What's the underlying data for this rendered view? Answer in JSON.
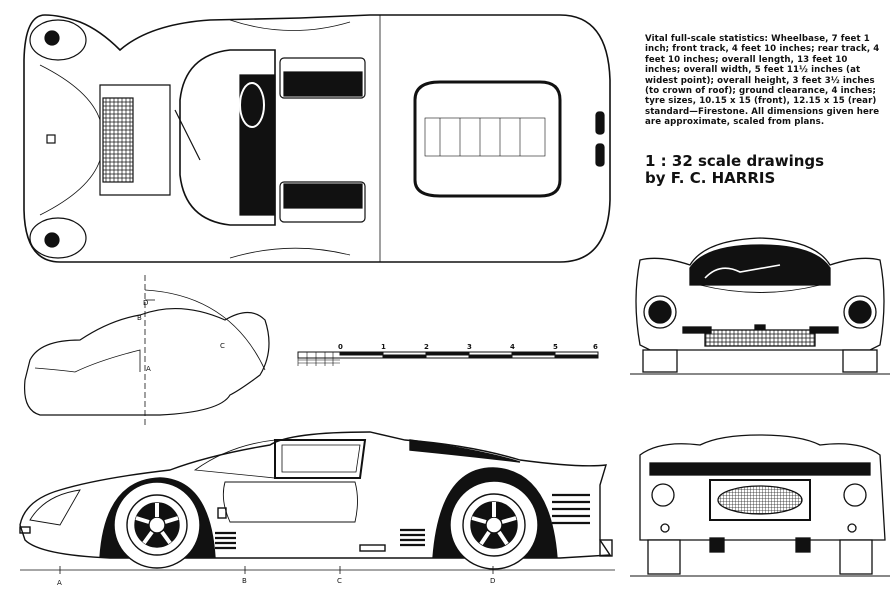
{
  "stats": {
    "heading": "Vital full-scale statistics:",
    "body": "Wheelbase, 7 feet 1 inch; front track, 4 feet 10 inches; rear track, 4 feet 10 inches; overall length, 13 feet 10 inches; overall width, 5 feet 11½ inches (at widest point); overall height, 3 feet 3½ inches (to crown of roof); ground clearance, 4 inches; tyre sizes, 10.15 x 15 (front), 12.15 x 15 (rear) standard—Firestone.",
    "note": "All dimensions given here are approximate, scaled from plans."
  },
  "credit": {
    "line1": "1 : 32 scale drawings",
    "line2": "by F. C. HARRIS"
  },
  "scale_bar": {
    "ticks": [
      "0",
      "1",
      "2",
      "3",
      "4",
      "5",
      "6"
    ]
  },
  "section_labels": {
    "profile": [
      "A",
      "B",
      "C",
      "D"
    ],
    "bottom": [
      "A",
      "B",
      "C",
      "D"
    ]
  }
}
